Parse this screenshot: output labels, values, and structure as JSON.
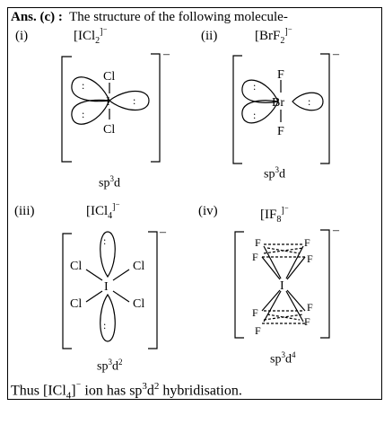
{
  "heading": {
    "prefix": "Ans. (c) :",
    "text": "The structure of the following molecule-"
  },
  "structures": [
    {
      "numeral": "(i)",
      "formula_base": "[ICl",
      "formula_sub": "2",
      "formula_charge": "]⁻",
      "central": "I",
      "ligand": "Cl",
      "hyb_base": "sp",
      "hyb_sup1": "3",
      "hyb_mid": "d",
      "hyb_sup2": ""
    },
    {
      "numeral": "(ii)",
      "formula_base": "[BrF",
      "formula_sub": "2",
      "formula_charge": "]⁻",
      "central": "Br",
      "ligand": "F",
      "hyb_base": "sp",
      "hyb_sup1": "3",
      "hyb_mid": "d",
      "hyb_sup2": ""
    },
    {
      "numeral": "(iii)",
      "formula_base": "[ICl",
      "formula_sub": "4",
      "formula_charge": "]⁻",
      "central": "I",
      "ligand": "Cl",
      "hyb_base": "sp",
      "hyb_sup1": "3",
      "hyb_mid": "d",
      "hyb_sup2": "2"
    },
    {
      "numeral": "(iv)",
      "formula_base": "[IF",
      "formula_sub": "8",
      "formula_charge": "]⁻",
      "central": "I",
      "ligand": "F",
      "hyb_base": "sp",
      "hyb_sup1": "3",
      "hyb_mid": "d",
      "hyb_sup2": "4"
    }
  ],
  "charge_sign": "–",
  "lone_pair": ":",
  "footer": {
    "t1": "Thus [ICl",
    "t2": "4",
    "t3": "]",
    "t4": "⁻",
    "t5": " ion has sp",
    "t6": "3",
    "t7": "d",
    "t8": "2",
    "t9": " hybridisation."
  }
}
